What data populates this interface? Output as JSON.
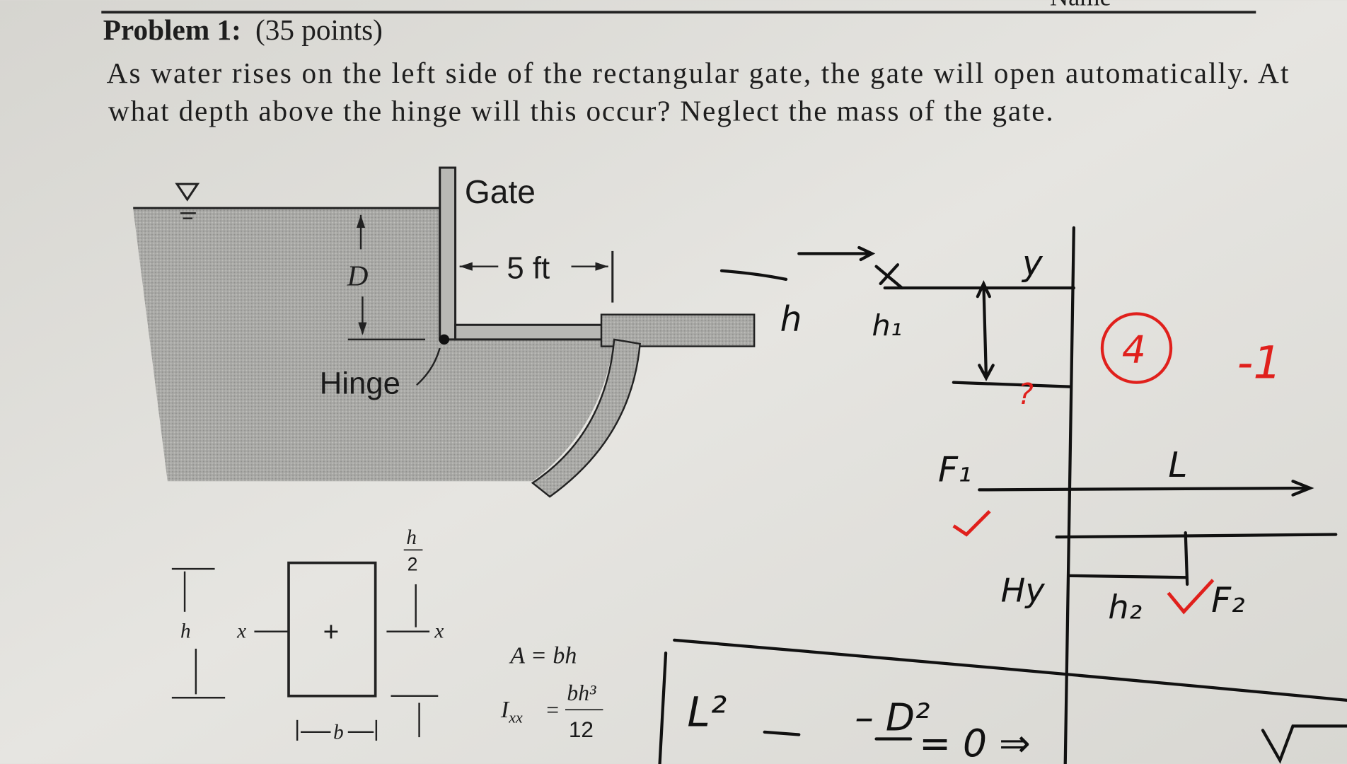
{
  "header": {
    "name_label": "Name"
  },
  "problem": {
    "title": "Problem 1:",
    "points": "(35 points)",
    "line1": "As water rises on the left side of the rectangular gate, the gate will open automatically. At",
    "line2": "what depth above the hinge will this occur? Neglect the mass of the gate."
  },
  "figure": {
    "gate_label": "Gate",
    "width_label": "5 ft",
    "depth_label": "D",
    "hinge_label": "Hinge",
    "water_surface_icon": "water-level-triangle-icon"
  },
  "section": {
    "h_label": "h",
    "x_label_left": "x",
    "x_label_right": "x",
    "centroid_mark": "+",
    "half_h_num": "h",
    "half_h_den": "2",
    "b_label": "b",
    "area_formula": "A = bh",
    "inertia_lhs": "I",
    "inertia_sub": "xx",
    "inertia_num": "bh³",
    "inertia_den": "12"
  },
  "handwriting": {
    "y_axis": "y",
    "h1_left": "h",
    "h1_mid": "h₁",
    "question": "?",
    "score": "4",
    "deduction": "-1",
    "length": "L",
    "f1": "F₁",
    "hy": "Hy",
    "h2": "h₂",
    "f2": "F₂",
    "eq_left": "L²",
    "eq_mid": "– D²",
    "eq_right": "= 0 ⇒",
    "check_color": "#e0201c"
  }
}
